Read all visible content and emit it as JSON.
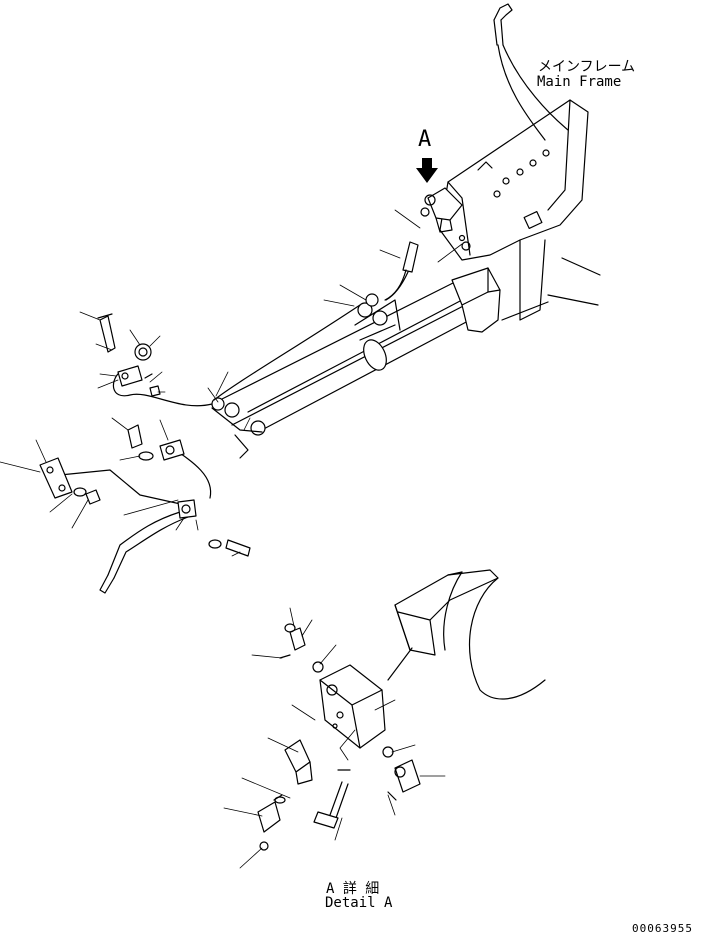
{
  "labels": {
    "main_frame_jp": "メインフレーム",
    "main_frame_en": "Main Frame",
    "view_marker": "A",
    "detail_jp": "A 詳 細",
    "detail_en": "Detail A",
    "drawing_number": "00063955"
  },
  "colors": {
    "ink": "#000000",
    "paper": "#ffffff"
  }
}
